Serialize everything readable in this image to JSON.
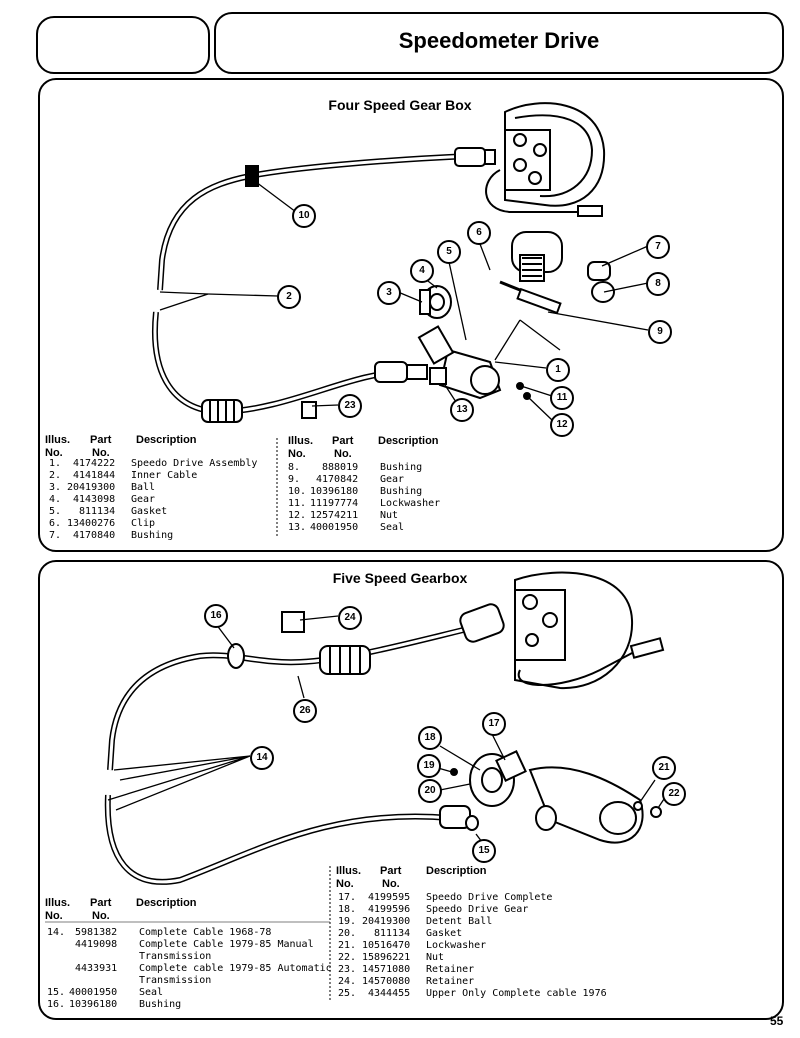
{
  "page_title": "Speedometer Drive",
  "page_number": "55",
  "four_speed": {
    "heading": "Four Speed Gear Box",
    "callouts": [
      "10",
      "2",
      "5",
      "6",
      "7",
      "8",
      "4",
      "3",
      "9",
      "1",
      "11",
      "12",
      "13",
      "23"
    ],
    "table_left": {
      "headers": [
        "Illus.",
        "Part",
        "Description",
        "No.",
        "No."
      ],
      "rows": [
        [
          "1.",
          "4174222",
          "Speedo Drive Assembly"
        ],
        [
          "2.",
          "4141844",
          "Inner Cable"
        ],
        [
          "3.",
          "20419300",
          "Ball"
        ],
        [
          "4.",
          "4143098",
          "Gear"
        ],
        [
          "5.",
          "811134",
          "Gasket"
        ],
        [
          "6.",
          "13400276",
          "Clip"
        ],
        [
          "7.",
          "4170840",
          "Bushing"
        ]
      ]
    },
    "table_right": {
      "headers": [
        "Illus.",
        "Part",
        "Description",
        "No.",
        "No."
      ],
      "rows": [
        [
          "8.",
          "888019",
          "Bushing"
        ],
        [
          "9.",
          "4170842",
          "Gear"
        ],
        [
          "10.",
          "10396180",
          "Bushing"
        ],
        [
          "11.",
          "11197774",
          "Lockwasher"
        ],
        [
          "12.",
          "12574211",
          "Nut"
        ],
        [
          "13.",
          "40001950",
          "Seal"
        ]
      ]
    }
  },
  "five_speed": {
    "heading": "Five Speed Gearbox",
    "callouts": [
      "16",
      "24",
      "26",
      "14",
      "18",
      "17",
      "19",
      "20",
      "15",
      "21",
      "22"
    ],
    "table_left": {
      "headers": [
        "Illus.",
        "Part",
        "Description",
        "No.",
        "No."
      ],
      "rows": [
        [
          "14.",
          "5981382",
          "Complete Cable 1968-78"
        ],
        [
          "",
          "4419098",
          "Complete Cable 1979-85 Manual"
        ],
        [
          "",
          "",
          "Transmission"
        ],
        [
          "",
          "4433931",
          "Complete cable 1979-85 Automatic"
        ],
        [
          "",
          "",
          "Transmission"
        ],
        [
          "15.",
          "40001950",
          "Seal"
        ],
        [
          "16.",
          "10396180",
          "Bushing"
        ]
      ]
    },
    "table_right": {
      "headers": [
        "Illus.",
        "Part",
        "Description",
        "No.",
        "No."
      ],
      "rows": [
        [
          "17.",
          "4199595",
          "Speedo Drive Complete"
        ],
        [
          "18.",
          "4199596",
          "Speedo Drive Gear"
        ],
        [
          "19.",
          "20419300",
          "Detent Ball"
        ],
        [
          "20.",
          "811134",
          "Gasket"
        ],
        [
          "21.",
          "10516470",
          "Lockwasher"
        ],
        [
          "22.",
          "15896221",
          "Nut"
        ],
        [
          "23.",
          "14571080",
          "Retainer"
        ],
        [
          "24.",
          "14570080",
          "Retainer"
        ],
        [
          "25.",
          "4344455",
          "Upper Only Complete cable 1976"
        ]
      ]
    }
  }
}
